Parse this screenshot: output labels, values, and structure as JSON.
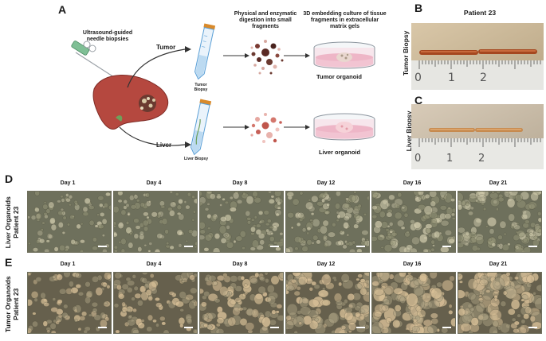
{
  "panels": {
    "a": "A",
    "b": "B",
    "c": "C",
    "d": "D",
    "e": "E"
  },
  "panel_a": {
    "needle_label": "Ultrasound-guided needle biopsies",
    "tumor_label": "Tumor",
    "liver_label": "Liver",
    "tumor_tube_label": "Tumor Biopsy",
    "liver_tube_label": "Liver Biopsy",
    "digestion_label": "Physical and enzymatic digestion into small fragments",
    "embedding_label": "3D embedding culture of tissue fragments in extracellular matrix gels",
    "tumor_organoid_label": "Tumor organoid",
    "liver_organoid_label": "Liver organoid"
  },
  "panel_b": {
    "patient_label": "Patient 23",
    "row_label": "Tumor Biopsy",
    "ruler_ticks": [
      "0",
      "1",
      "2"
    ]
  },
  "panel_c": {
    "row_label": "Liver Biopsy",
    "ruler_ticks": [
      "0",
      "1",
      "2"
    ]
  },
  "panel_d": {
    "row_label_line1": "Liver Organoids",
    "row_label_line2": "Patient 23",
    "days": [
      "Day 1",
      "Day 4",
      "Day 8",
      "Day 12",
      "Day 16",
      "Day 21"
    ]
  },
  "panel_e": {
    "row_label_line1": "Tumor Organoids",
    "row_label_line2": "Patient 23",
    "days": [
      "Day 1",
      "Day 4",
      "Day 8",
      "Day 12",
      "Day 16",
      "Day 21"
    ]
  },
  "colors": {
    "liver": "#b5483f",
    "tumor_spot": "#5a2a24",
    "dish_pink": "#f2c4d2",
    "tube_blue": "#5a9fd6",
    "micro_liver_bg": "#6e705c",
    "micro_tumor_bg": "#66604d"
  }
}
